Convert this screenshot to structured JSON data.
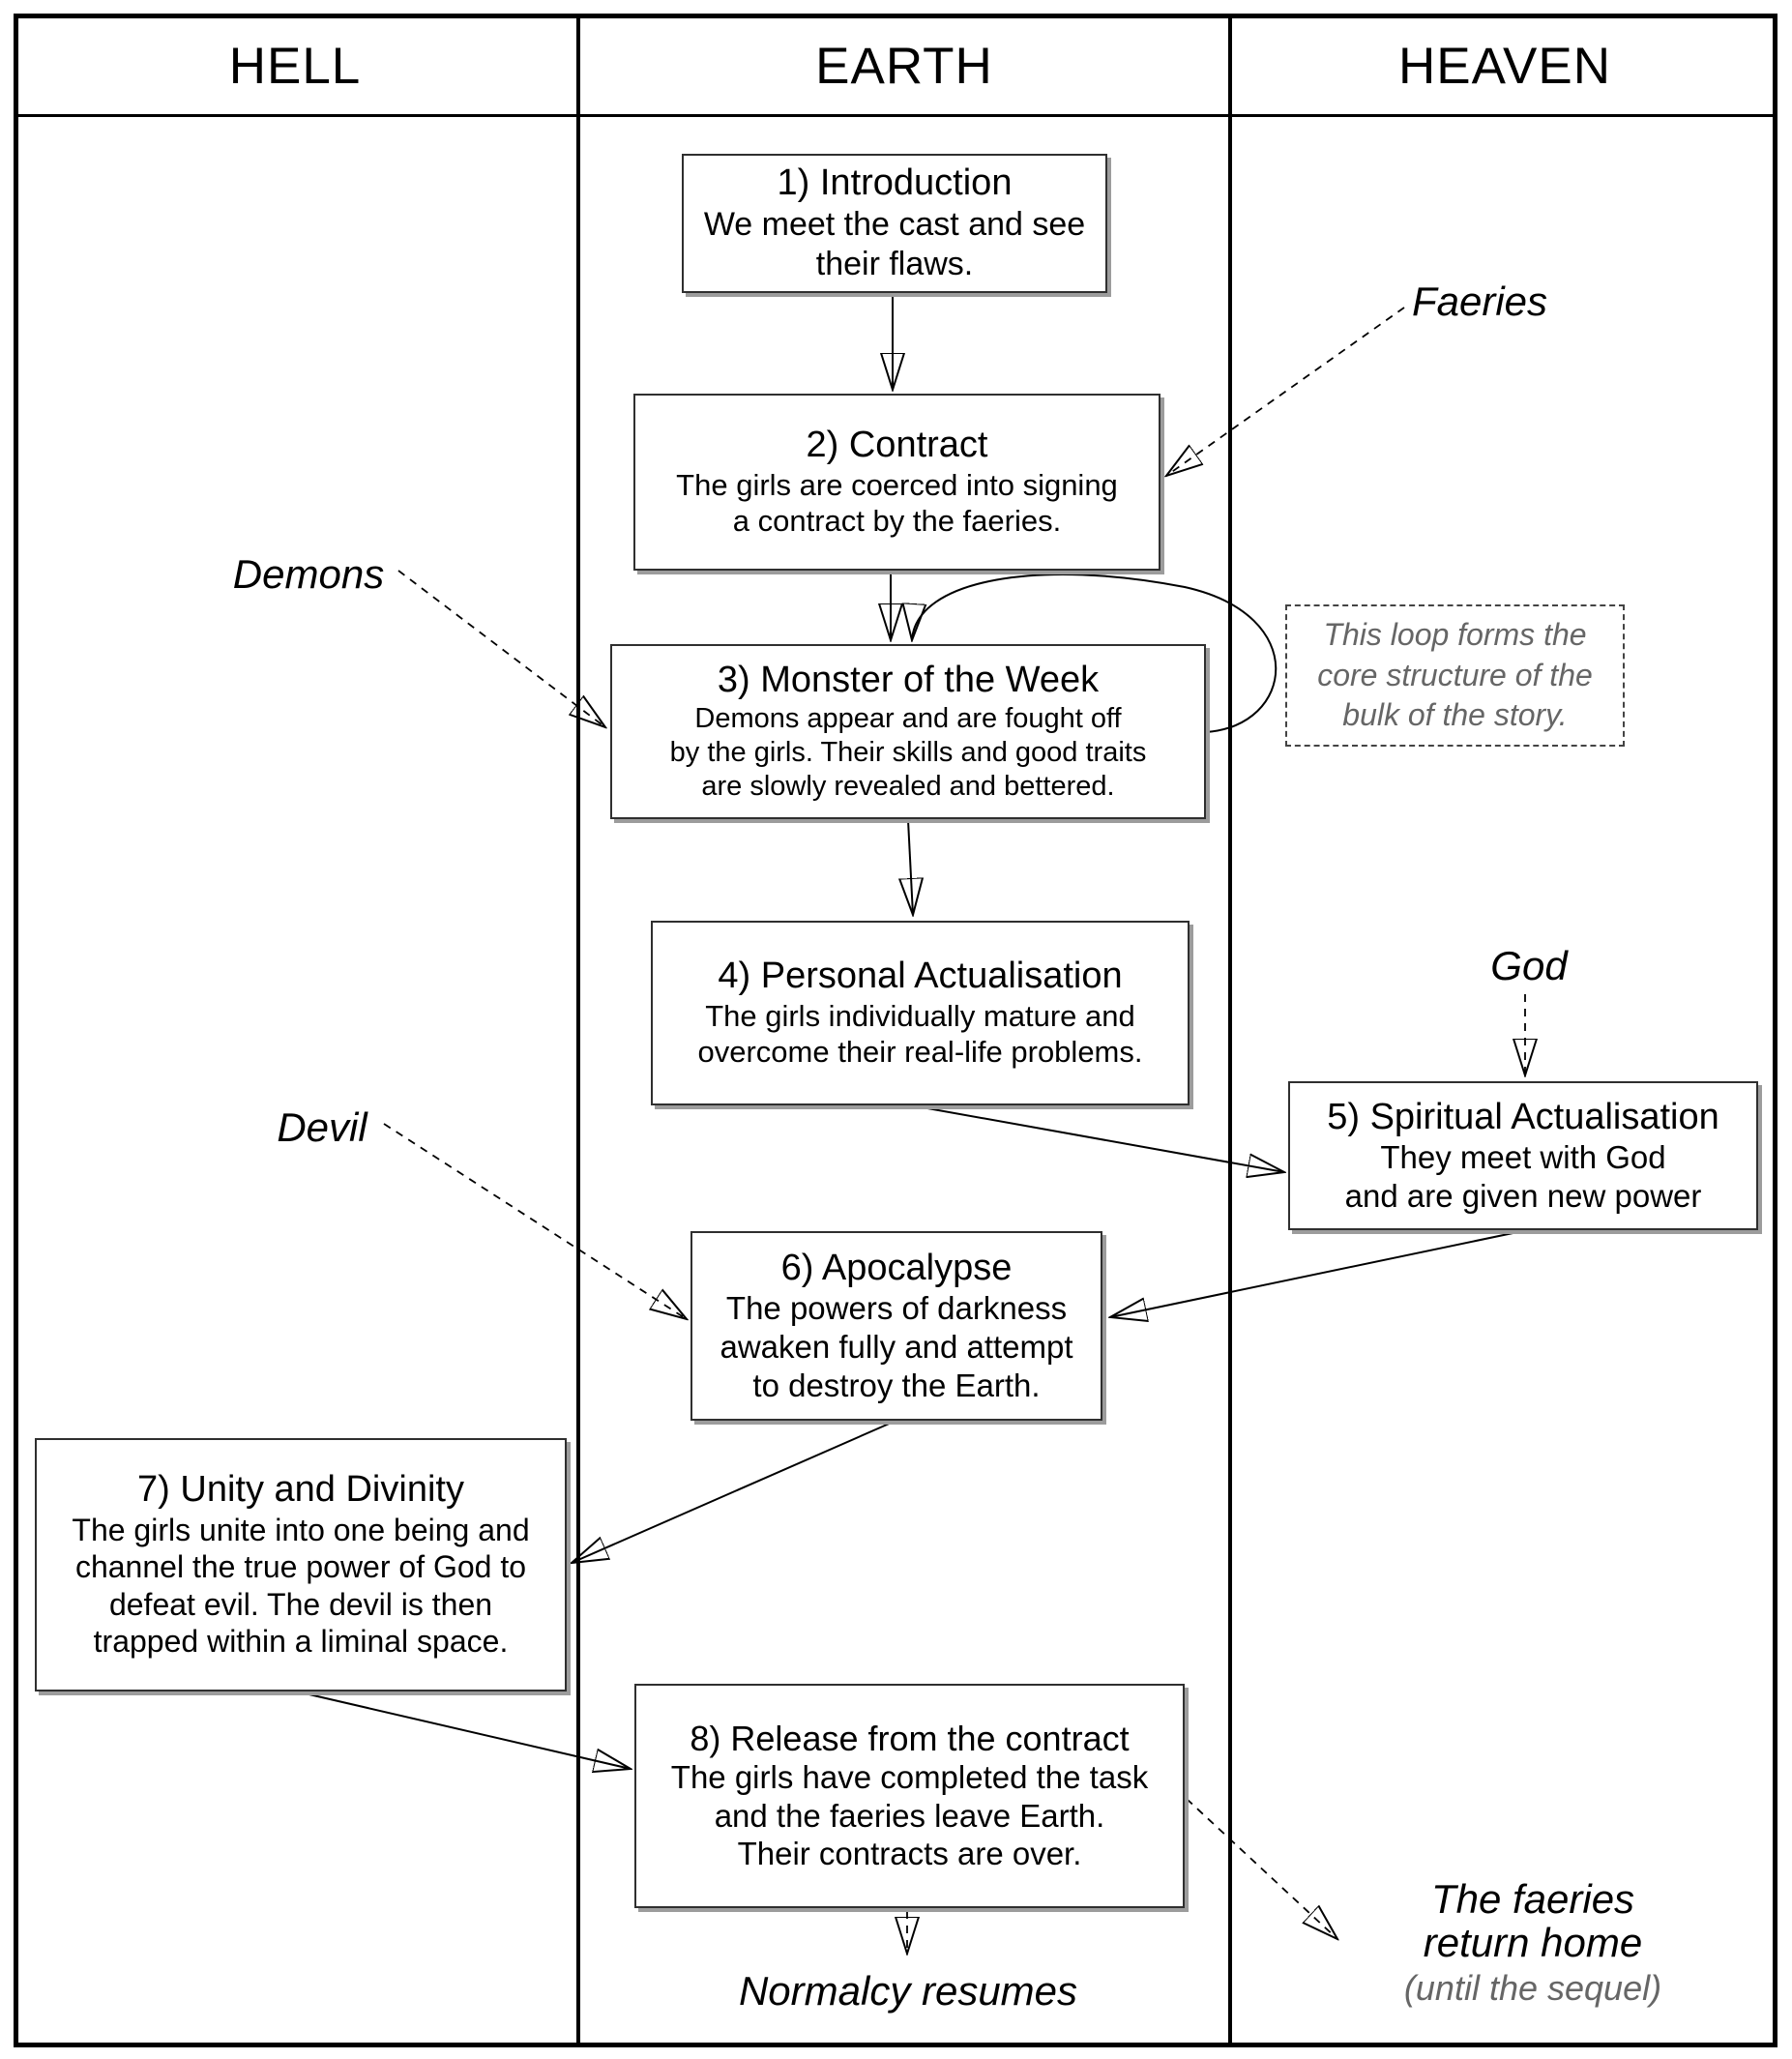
{
  "columns": [
    {
      "label": "HELL"
    },
    {
      "label": "EARTH"
    },
    {
      "label": "HEAVEN"
    }
  ],
  "boxes": [
    {
      "title": "1) Introduction",
      "body": "We meet the cast and see\ntheir flaws."
    },
    {
      "title": "2) Contract",
      "body": "The girls are coerced into signing\na contract by the faeries."
    },
    {
      "title": "3) Monster of the Week",
      "body": "Demons appear and are fought off\nby the girls. Their skills and good traits\nare slowly revealed and bettered."
    },
    {
      "title": "4) Personal Actualisation",
      "body": "The girls individually mature and\novercome their real-life problems."
    },
    {
      "title": "5) Spiritual Actualisation",
      "body": "They meet with God\nand are given new power"
    },
    {
      "title": "6) Apocalypse",
      "body": "The powers of darkness\nawaken fully and attempt\nto destroy the Earth."
    },
    {
      "title": "7) Unity and Divinity",
      "body": "The girls unite into one being and\nchannel the true power of God to\ndefeat evil. The devil is then\ntrapped within a liminal space."
    },
    {
      "title": "8) Release from the contract",
      "body": "The girls have completed the task\nand the faeries leave Earth.\nTheir contracts are over."
    }
  ],
  "labels": {
    "faeries": "Faeries",
    "demons": "Demons",
    "devil": "Devil",
    "god": "God",
    "normalcy": "Normalcy resumes",
    "faeries_return_line1": "The faeries",
    "faeries_return_line2": "return home",
    "faeries_return_note": "(until the sequel)"
  },
  "annotation": {
    "text": "This loop forms the\ncore structure of the\nbulk of the story."
  },
  "colors": {
    "line": "#000000",
    "muted_text": "#666666",
    "box_border": "#2f2f2f",
    "box_shadow": "#9c9c9c"
  }
}
